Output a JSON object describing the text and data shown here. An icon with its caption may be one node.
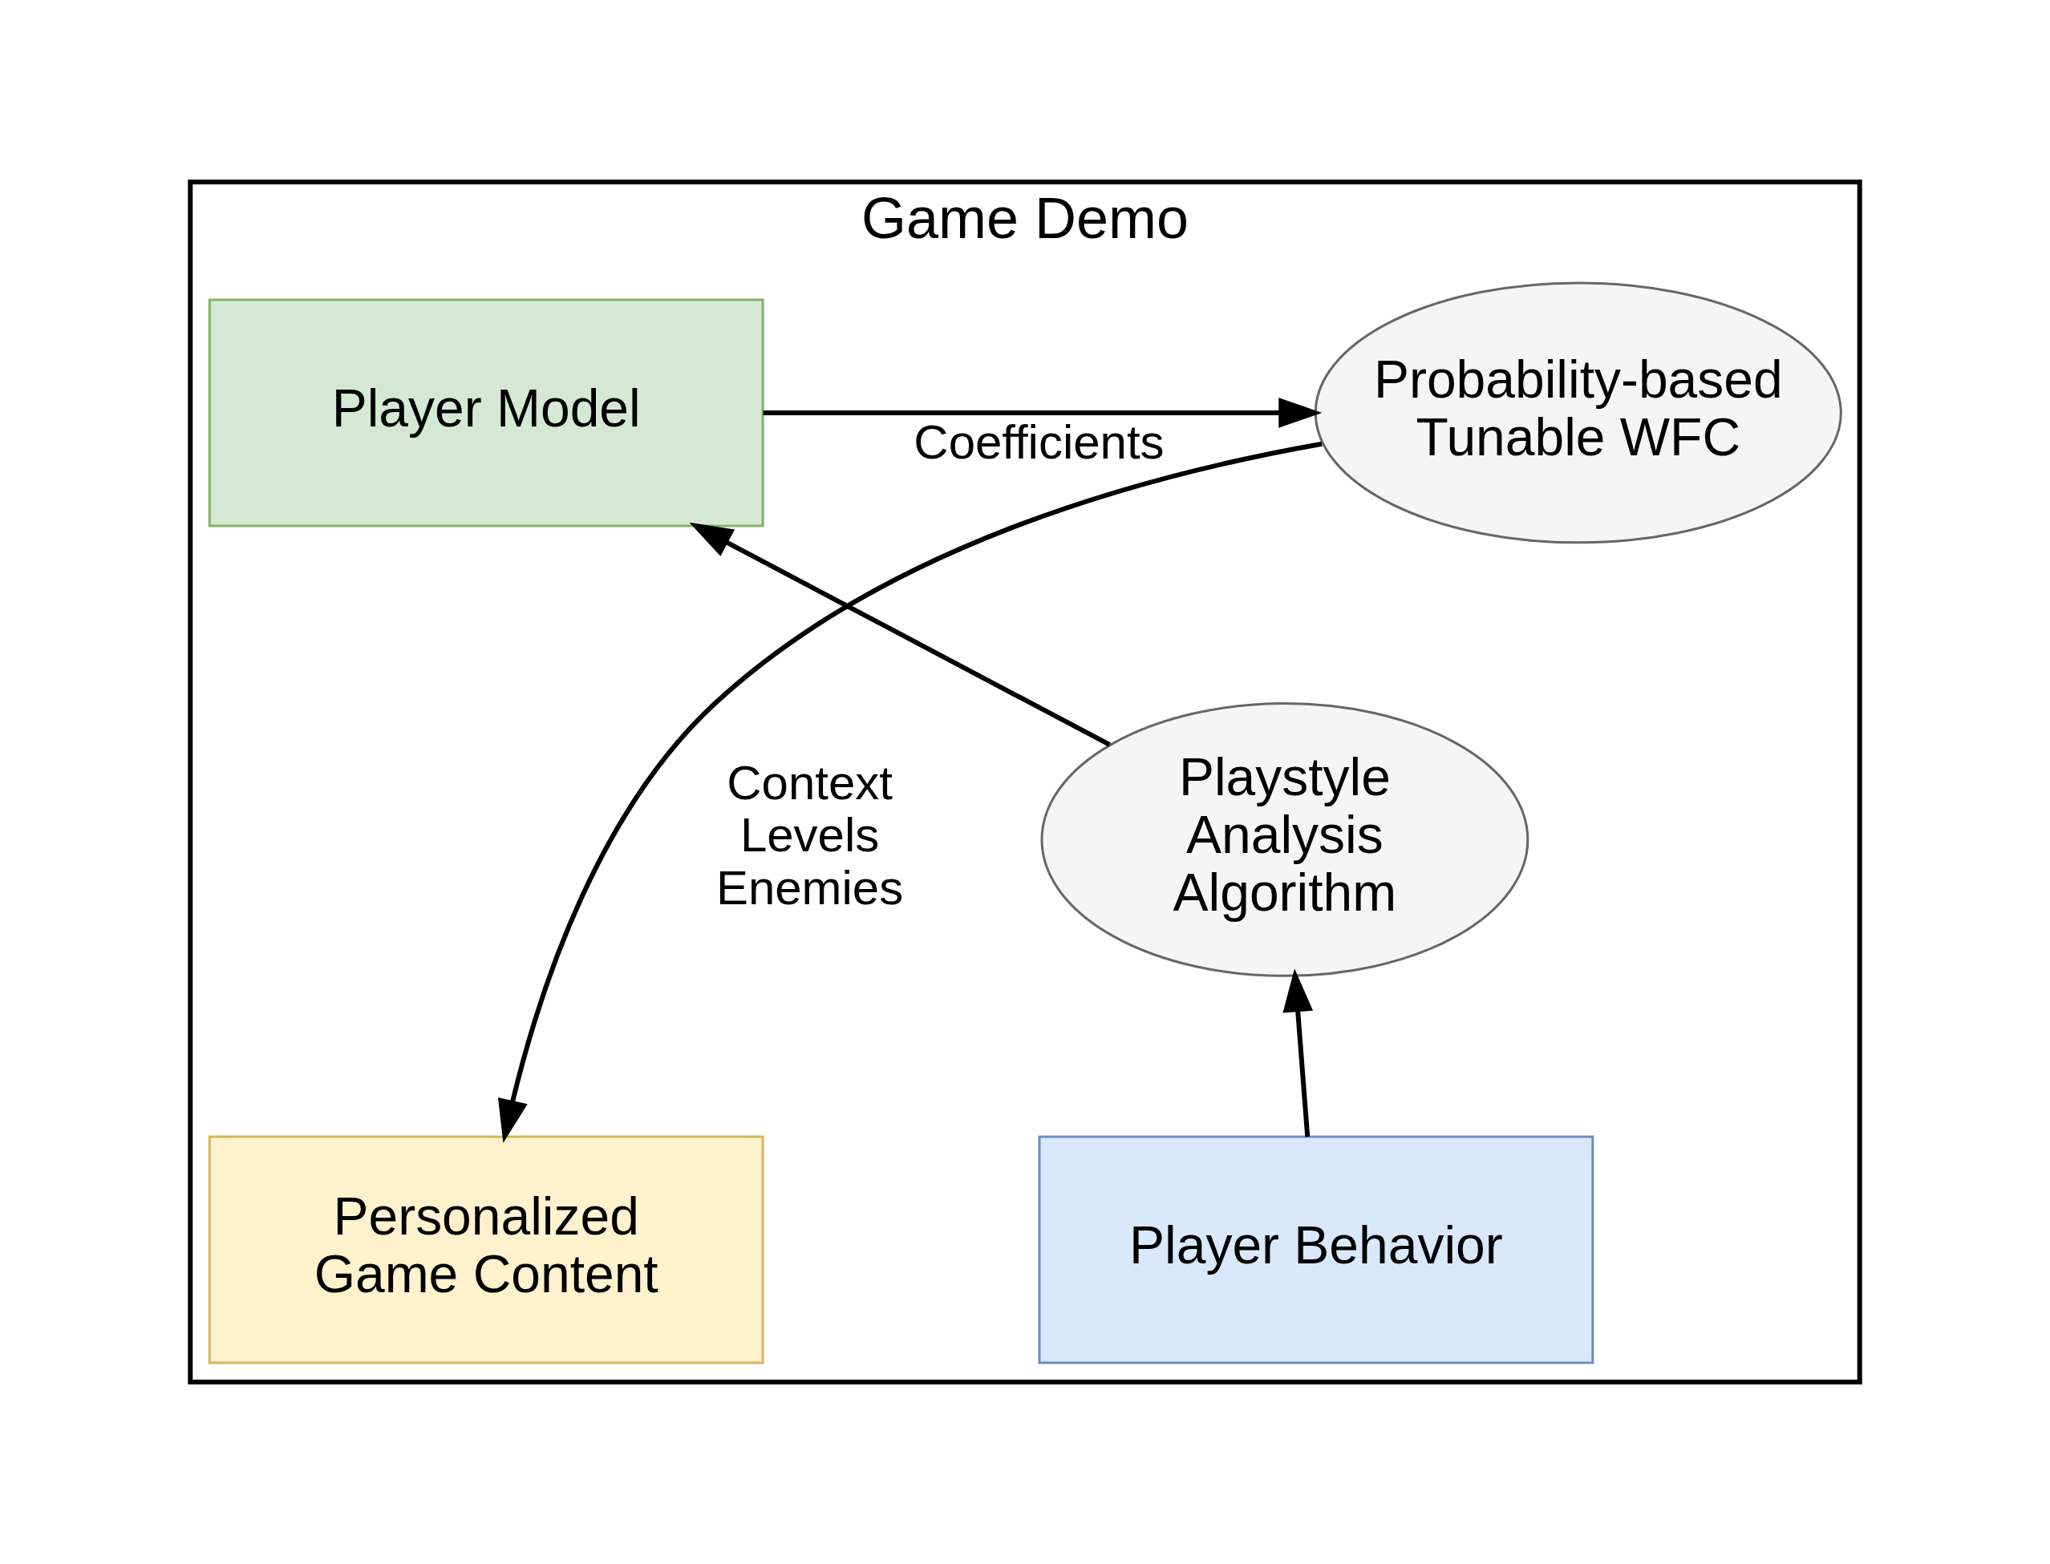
{
  "diagram": {
    "nodes": [
      {
        "text": [
          "Game Demo"
        ]
      },
      {
        "text": [
          "Player Model"
        ],
        "in": 0
      },
      {
        "text": [
          "Probability-based Tunable WFC"
        ],
        "in": 0
      },
      {
        "text": [
          "Playstyle Analysis Algorithm"
        ],
        "in": 0
      },
      {
        "text": [
          "Player Behavior"
        ],
        "in": 0
      },
      {
        "text": [
          "Personalized Game Content"
        ],
        "in": 0
      }
    ],
    "edges": [
      {
        "from": 4,
        "to": 3,
        "arrow": "to"
      },
      {
        "from": 3,
        "to": 1,
        "arrow": "to"
      },
      {
        "from": 1,
        "to": 2,
        "arrow": "to",
        "label": "Coefficients"
      },
      {
        "from": 2,
        "to": 5,
        "arrow": "to",
        "label": "Context Levels Enemies"
      }
    ]
  }
}
